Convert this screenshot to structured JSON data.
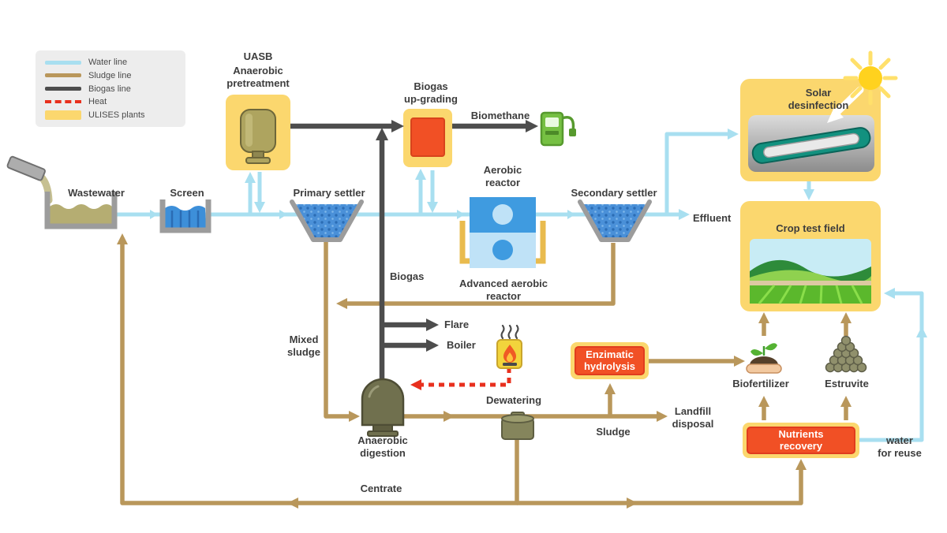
{
  "colors": {
    "water_line": "#a8dff0",
    "sludge_line": "#b9975b",
    "biogas_line": "#4d4d4d",
    "heat_line": "#e8301e",
    "ulises_plant_bg": "#fbd76e",
    "accent_orange": "#f15025"
  },
  "legend": {
    "items": [
      {
        "label": "Water line"
      },
      {
        "label": "Sludge line"
      },
      {
        "label": "Biogas line"
      },
      {
        "label": "Heat"
      },
      {
        "label": "ULISES plants"
      }
    ]
  },
  "nodes": {
    "uasb": {
      "title": "UASB",
      "subtitle": "Anaerobic\npretreatment"
    },
    "biogas_upgrading": {
      "label": "Biogas\nup-grading"
    },
    "biomethane": {
      "label": "Biomethane"
    },
    "wastewater": {
      "label": "Wastewater"
    },
    "screen": {
      "label": "Screen"
    },
    "primary_settler": {
      "label": "Primary settler"
    },
    "aerobic_reactor": {
      "label": "Aerobic\nreactor"
    },
    "advanced_aerobic_reactor": {
      "label": "Advanced aerobic\nreactor"
    },
    "secondary_settler": {
      "label": "Secondary settler"
    },
    "effluent": {
      "label": "Effluent"
    },
    "solar_desinfection": {
      "label": "Solar\ndesinfection"
    },
    "crop_test_field": {
      "label": "Crop test field"
    },
    "flare": {
      "label": "Flare"
    },
    "boiler": {
      "label": "Boiler"
    },
    "anaerobic_digestion": {
      "label": "Anaerobic\ndigestion"
    },
    "dewatering": {
      "label": "Dewatering"
    },
    "enzimatic_hydrolysis": {
      "label": "Enzimatic\nhydrolysis"
    },
    "biofertilizer": {
      "label": "Biofertilizer"
    },
    "estruvite": {
      "label": "Estruvite"
    },
    "nutrients_recovery": {
      "label": "Nutrients\nrecovery"
    },
    "landfill_disposal": {
      "label": "Landfill\ndisposal"
    }
  },
  "flow_labels": {
    "biogas": "Biogas",
    "mixed_sludge": "Mixed\nsludge",
    "sludge": "Sludge",
    "centrate": "Centrate",
    "water_for_reuse": "water\nfor reuse"
  }
}
